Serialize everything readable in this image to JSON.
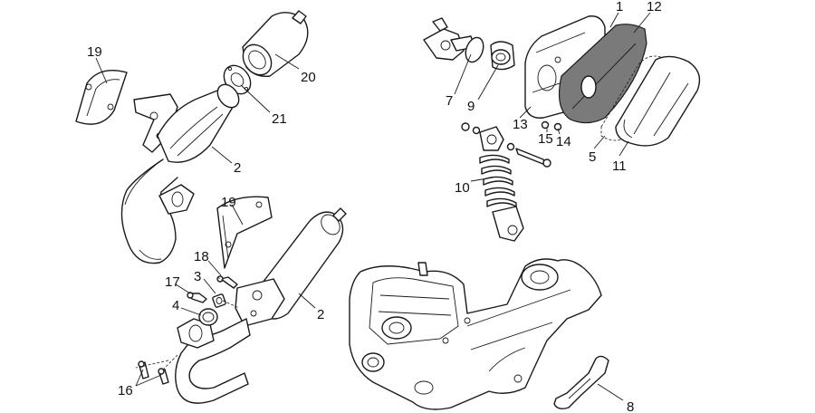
{
  "callouts": {
    "c1": "1",
    "c12": "12",
    "c19a": "19",
    "c20": "20",
    "c21": "21",
    "c2a": "2",
    "c7": "7",
    "c9": "9",
    "c13": "13",
    "c15": "15",
    "c14": "14",
    "c5": "5",
    "c11": "11",
    "c10": "10",
    "c19b": "19",
    "c18": "18",
    "c3": "3",
    "c17": "17",
    "c4": "4",
    "c2b": "2",
    "c16": "16",
    "c8": "8"
  }
}
